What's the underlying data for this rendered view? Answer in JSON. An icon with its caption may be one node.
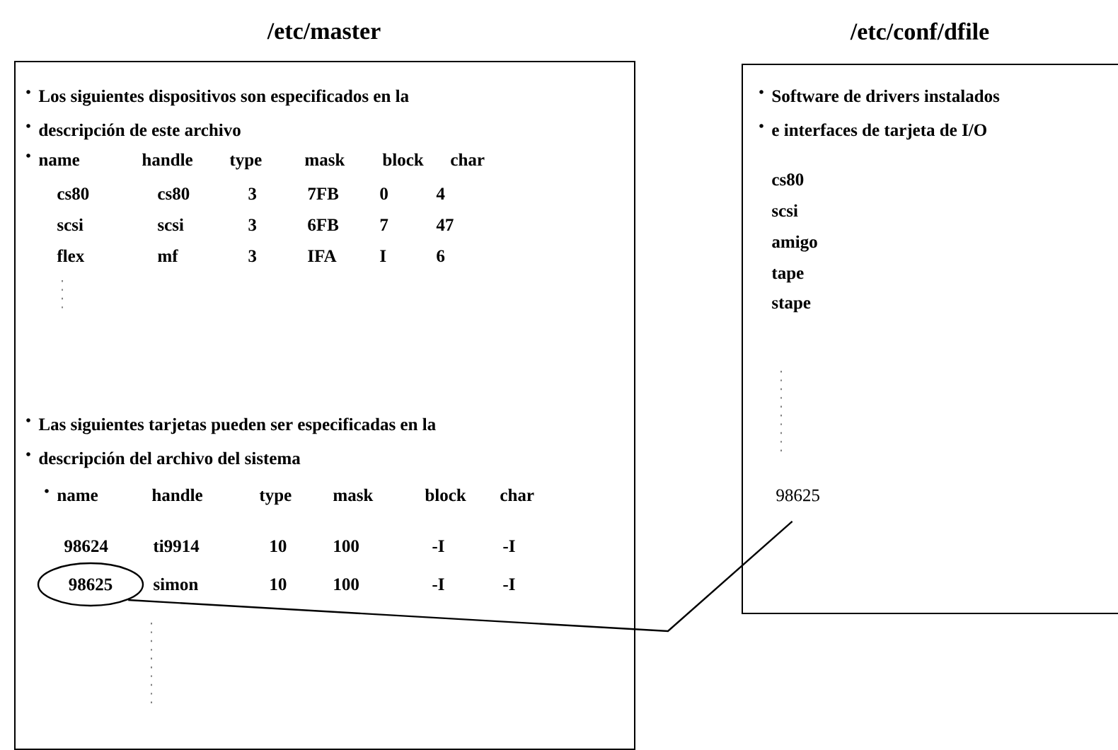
{
  "diagram": {
    "nodes": [
      {
        "text": [
          "/etc/master",
          "Los siguientes dispositivos son especificados en la",
          "descripción de este archivo",
          "Las siguientes tarjetas pueden ser especificadas en la",
          "descripción del archivo del sistema"
        ]
      },
      {
        "text": [
          "/etc/conf/dfile",
          "Software de drivers instalados",
          "e interfaces de tarjeta de I/O",
          "cs80",
          "scsi",
          "amigo",
          "tape",
          "stape"
        ]
      },
      {
        "text": [
          "98625"
        ],
        "in": 0
      },
      {
        "text": [
          "98625"
        ],
        "in": 1
      }
    ],
    "edges": [
      {
        "from": 2,
        "to": 3,
        "arrow": "none"
      }
    ],
    "labels": [
      "name",
      "handle",
      "type",
      "mask",
      "block",
      "char",
      "cs80",
      "cs80",
      "3",
      "7FB",
      "0",
      "4",
      "scsi",
      "scsi",
      "3",
      "6FB",
      "7",
      "47",
      "flex",
      "mf",
      "3",
      "IFA",
      "I",
      "6",
      "name",
      "handle",
      "type",
      "mask",
      "block",
      "char",
      "98624",
      "ti9914",
      "10",
      "100",
      "-I",
      "-I",
      "simon",
      "10",
      "100",
      "-I",
      "-I"
    ]
  }
}
